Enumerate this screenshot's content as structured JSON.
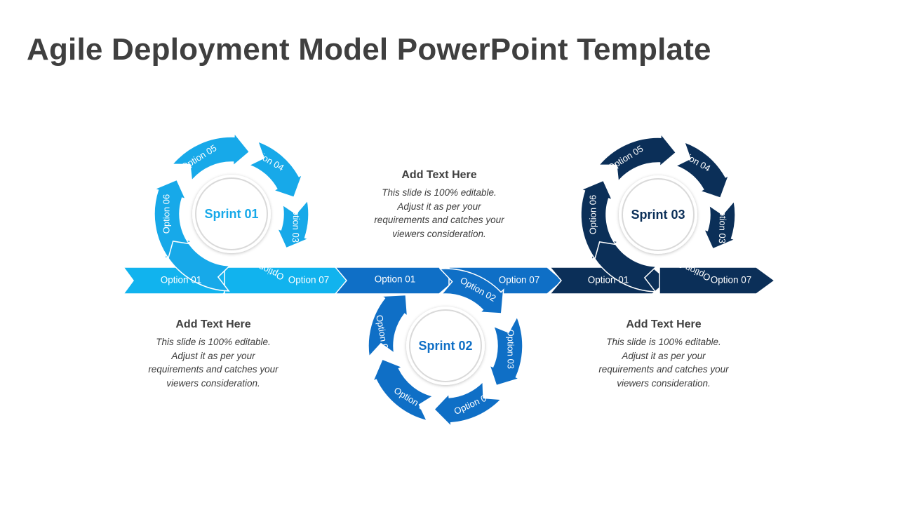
{
  "title": "Agile Deployment Model PowerPoint Template",
  "colors": {
    "sprint1": "#17a9e9",
    "sprint1_arrow": "#11b3ee",
    "sprint2": "#0f6fc6",
    "sprint3": "#0b2f58",
    "text_dark": "#404040"
  },
  "sprints": [
    {
      "name": "Sprint 01",
      "options": [
        "Option 01",
        "Option 02",
        "Option 03",
        "Option 04",
        "Option 05",
        "Option 06",
        "Option 07"
      ]
    },
    {
      "name": "Sprint 02",
      "options": [
        "Option 01",
        "Option 02",
        "Option 03",
        "Option 04",
        "Option 05",
        "Option 06",
        "Option 07"
      ]
    },
    {
      "name": "Sprint 03",
      "options": [
        "Option 01",
        "Option 02",
        "Option 03",
        "Option 04",
        "Option 05",
        "Option 06",
        "Option 07"
      ]
    }
  ],
  "text_blocks": [
    {
      "heading": "Add Text Here",
      "body": "This slide is 100% editable.\nAdjust it as per your\nrequirements and catches your\nviewers consideration."
    },
    {
      "heading": "Add Text Here",
      "body": "This slide is 100% editable.\nAdjust it as per your\nrequirements and catches your\nviewers consideration."
    },
    {
      "heading": "Add Text Here",
      "body": "This slide is 100% editable.\nAdjust it as per your\nrequirements and catches your\nviewers consideration."
    }
  ]
}
